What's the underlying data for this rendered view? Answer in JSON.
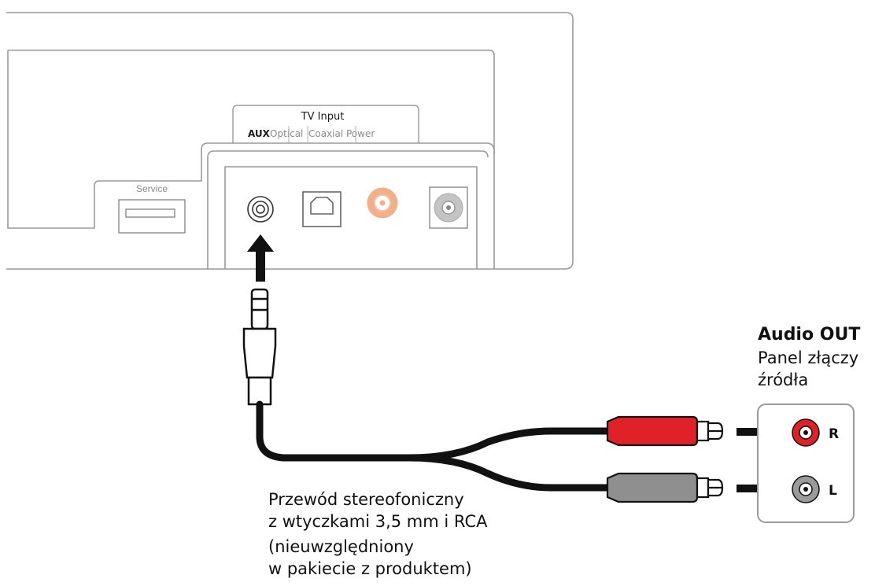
{
  "device": {
    "tv_input_label": "TV Input",
    "ports": {
      "aux": "AUX",
      "optical": "Optical",
      "coaxial": "Coaxial",
      "power": "Power"
    },
    "service_label": "Service"
  },
  "source_panel": {
    "title": "Audio OUT",
    "subtitle_line1": "Panel złączy",
    "subtitle_line2": "źródła",
    "right_label": "R",
    "left_label": "L"
  },
  "cable_caption": {
    "line1": "Przewód stereofoniczny",
    "line2": "z wtyczkami 3,5 mm i RCA",
    "line3": "(nieuwzględniony",
    "line4": "w pakiecie z produktem)"
  },
  "colors": {
    "outline": "#9a9a9a",
    "cable": "#1a1a1a",
    "rca_red": "#e02228",
    "rca_gray": "#8f8f8f",
    "coax_orange": "#f2b08a",
    "text": "#1a1a1a"
  }
}
